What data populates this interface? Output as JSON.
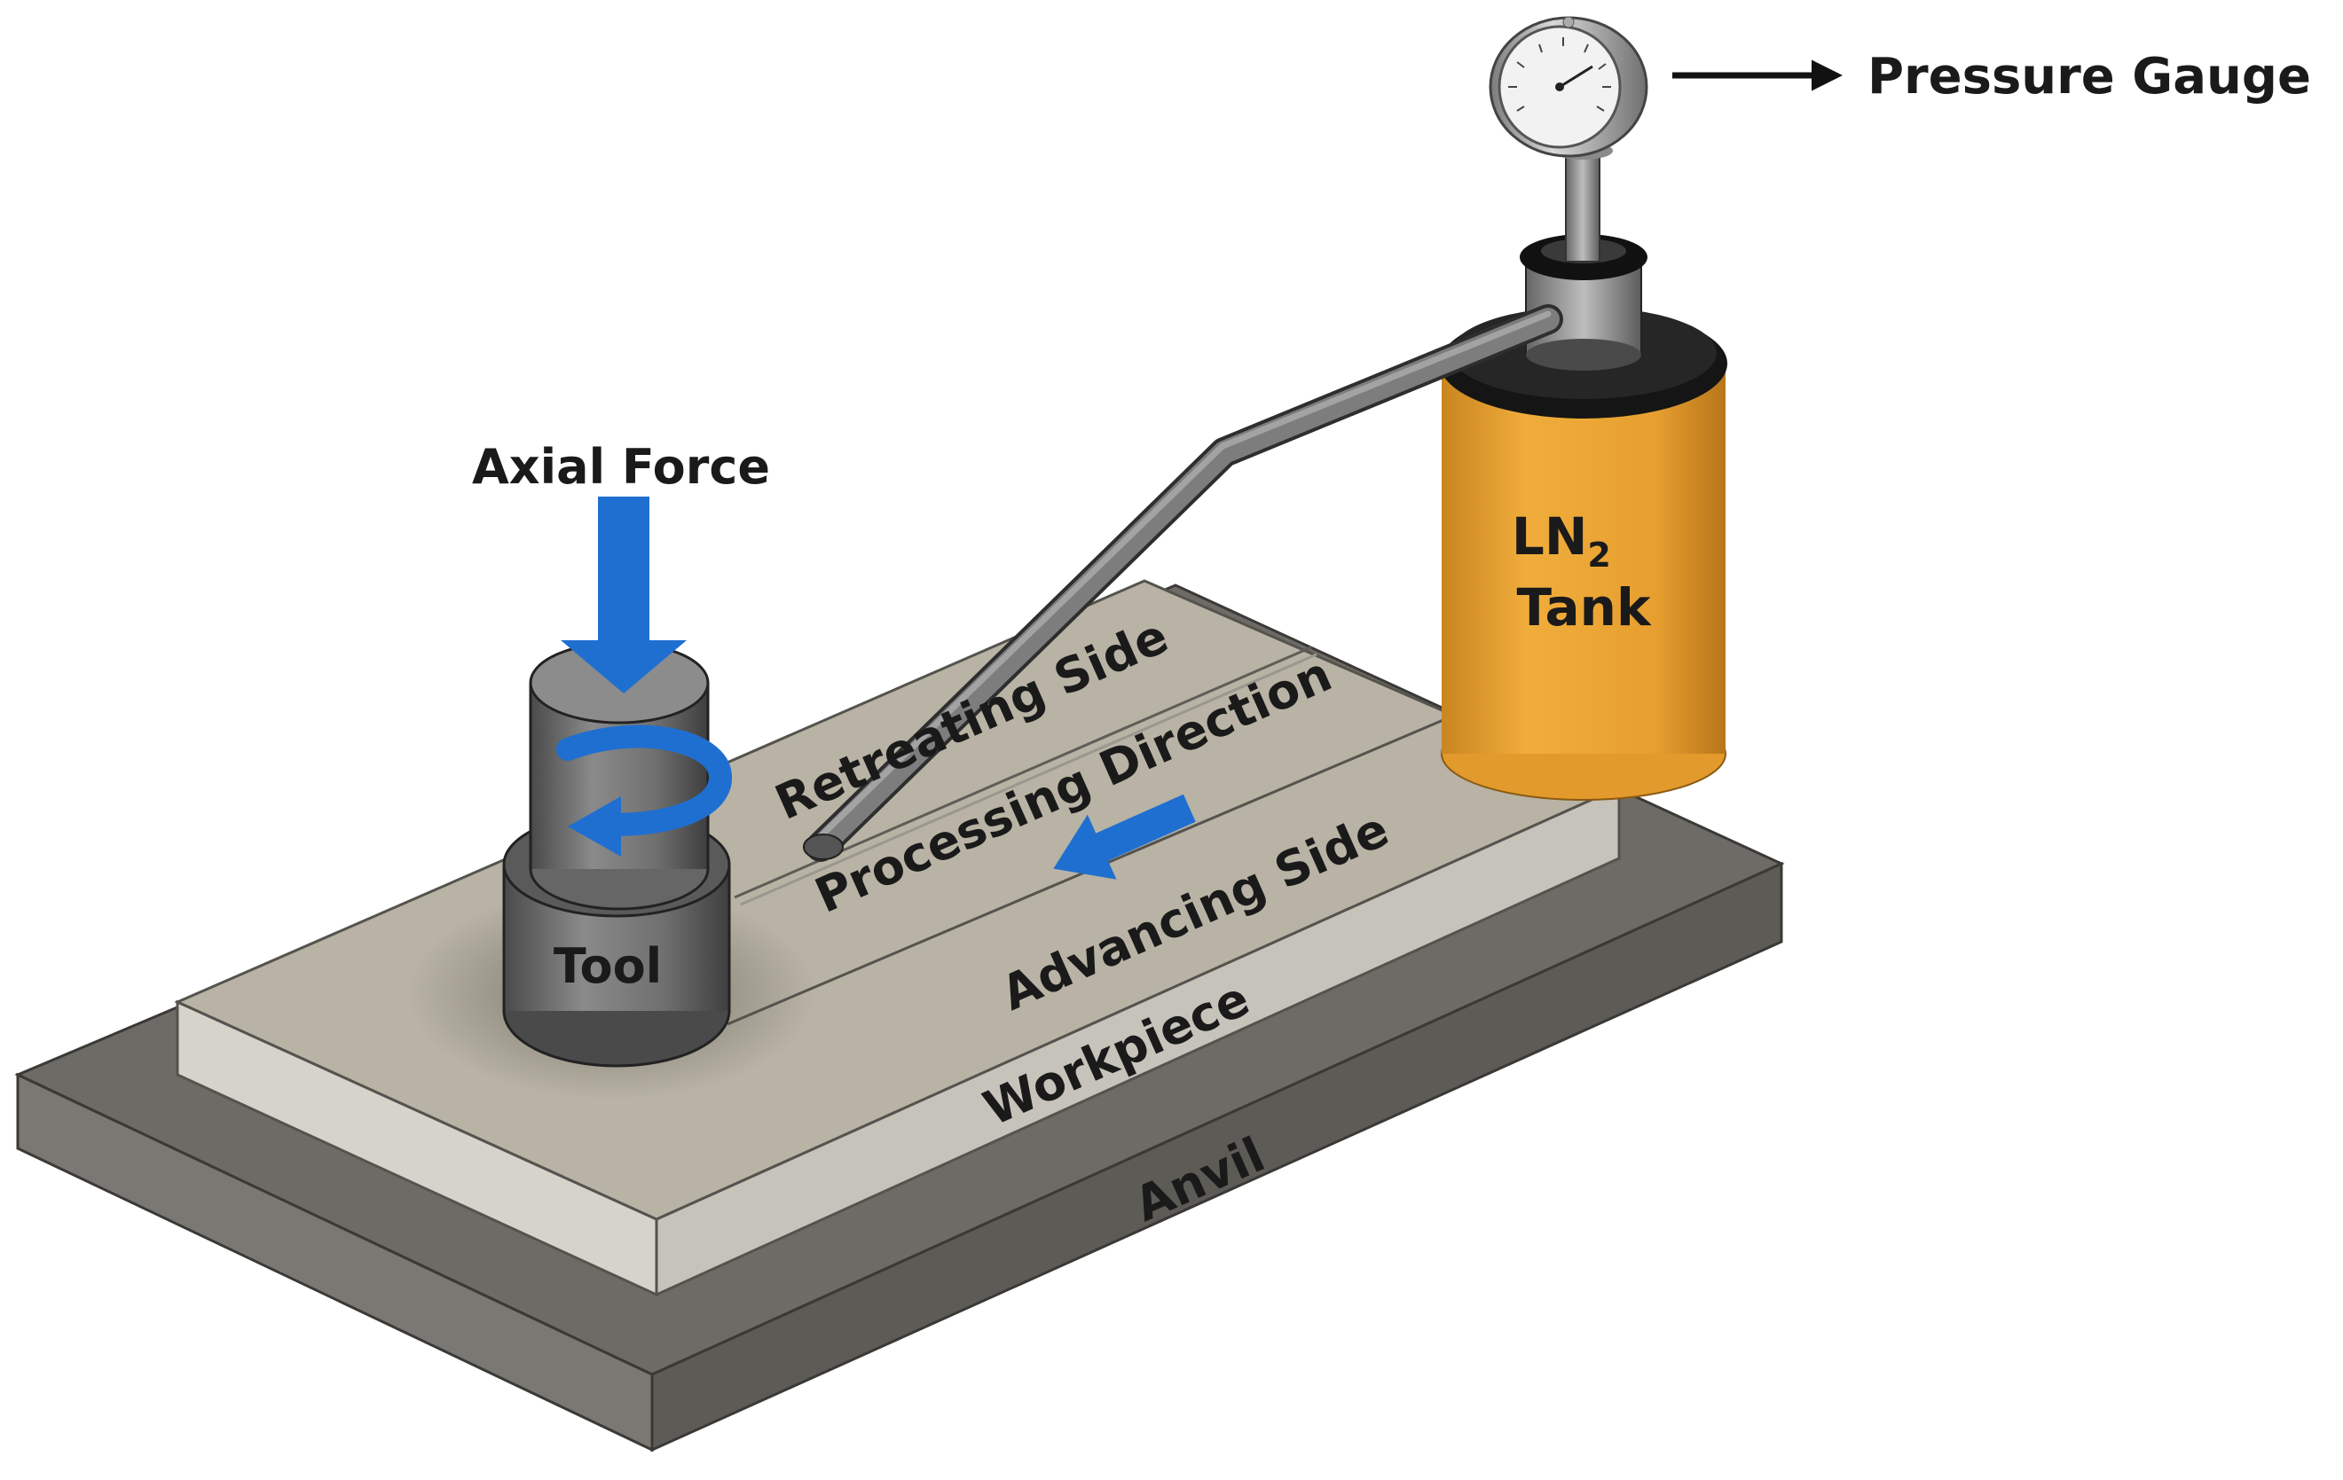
{
  "labels": {
    "pressure_gauge": "Pressure Gauge",
    "axial_force": "Axial Force",
    "tank_line1": "LN",
    "tank_subscript": "2",
    "tank_line2": "Tank",
    "retreating_side": "Retreating Side",
    "processing_direction": "Processing Direction",
    "advancing_side": "Advancing Side",
    "tool": "Tool",
    "workpiece": "Workpiece",
    "anvil": "Anvil"
  },
  "colors": {
    "arrow_blue": "#1f6fd0",
    "tank_orange": "#e8a030",
    "workpiece_top": "#b8b3a4",
    "anvil_top": "#6d6b66",
    "steel": "#6e6e6e"
  }
}
